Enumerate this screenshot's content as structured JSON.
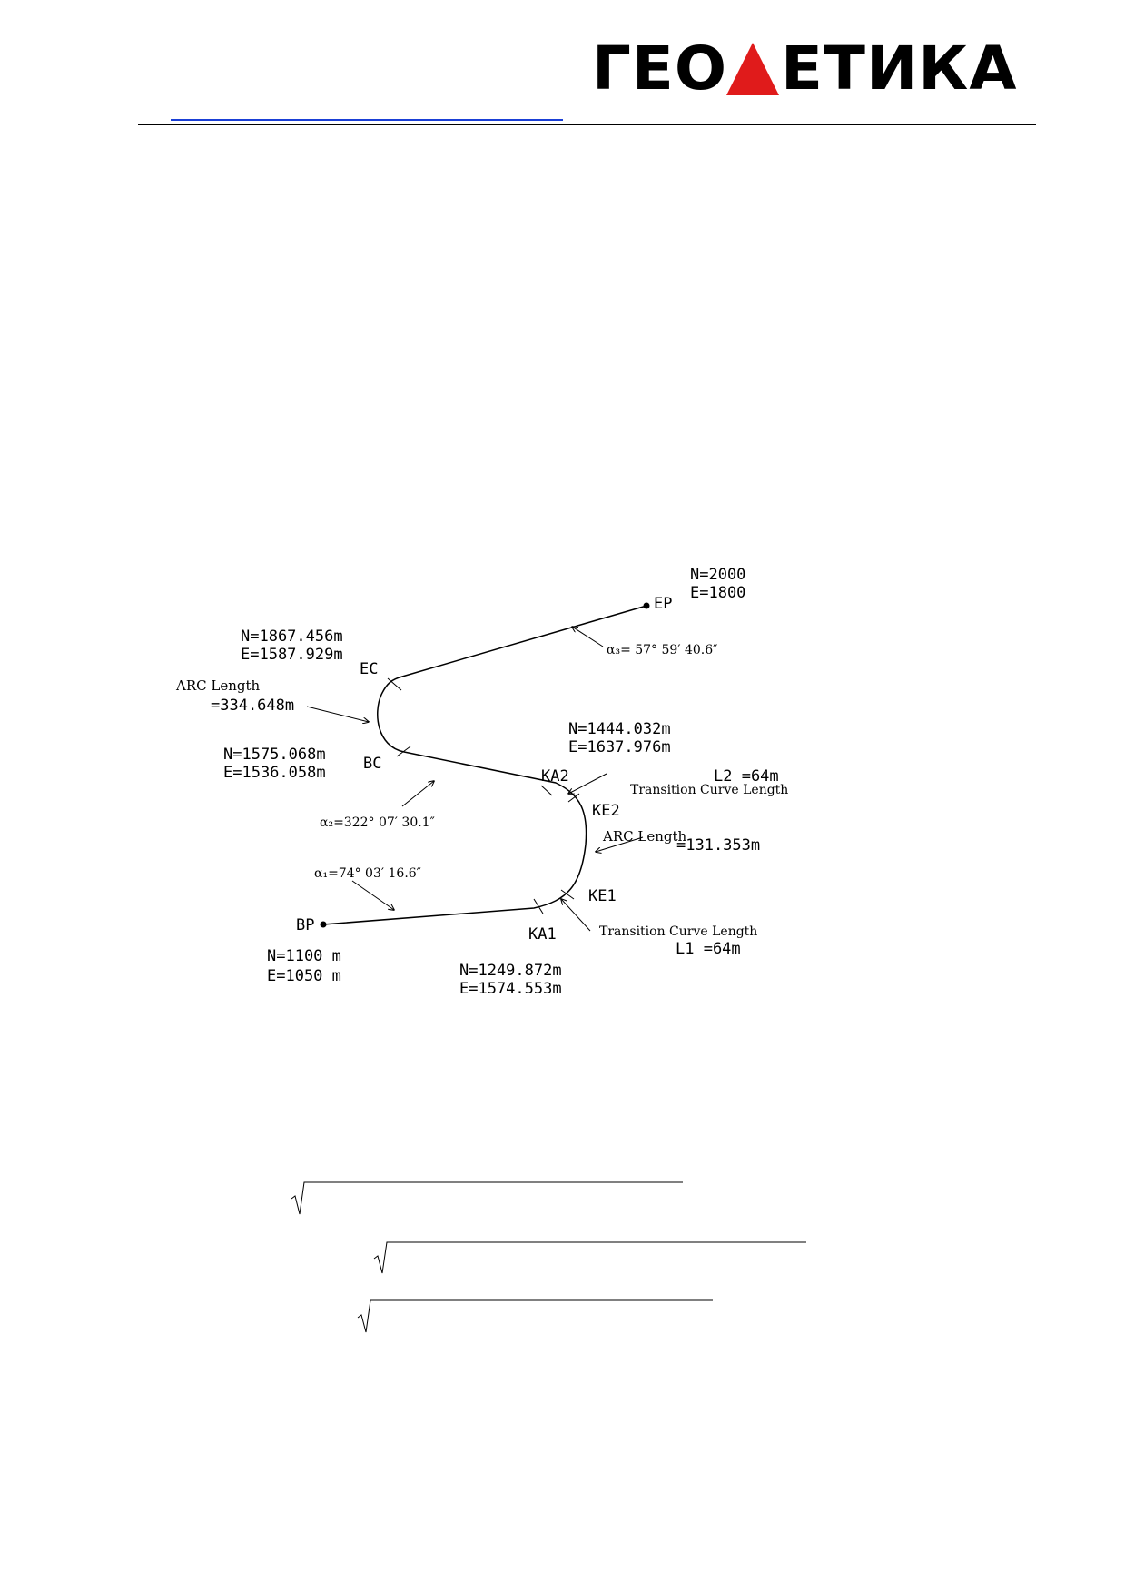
{
  "header": {
    "logo_left": "ГЕО",
    "logo_right": "ЕТИКА",
    "logo_accent_color": "#e01b1b"
  },
  "diagram": {
    "ep": {
      "label": "EP",
      "n": "N=2000",
      "e": "E=1800"
    },
    "bp": {
      "label": "BP",
      "n": "N=1100  m",
      "e": "E=1050  m"
    },
    "ec": {
      "label": "EC",
      "n": "N=1867.456m",
      "e": "E=1587.929m"
    },
    "bc": {
      "label": "BC",
      "n": "N=1575.068m",
      "e": "E=1536.058m"
    },
    "ka2": {
      "label": "KA2",
      "n": "N=1444.032m",
      "e": "E=1637.976m"
    },
    "ka1": {
      "label": "KA1",
      "n": "N=1249.872m",
      "e": "E=1574.553m"
    },
    "ke2": {
      "label": "KE2"
    },
    "ke1": {
      "label": "KE1"
    },
    "arc1": {
      "label": "ARC Length",
      "value": "=334.648m"
    },
    "arc2": {
      "label": "ARC Length",
      "value": "=131.353m"
    },
    "l2": {
      "value": "L2 =64m",
      "desc": "Transition Curve Length"
    },
    "l1": {
      "value": "L1 =64m",
      "desc": "Transition Curve Length"
    },
    "alpha3": "α₃= 57° 59′ 40.6″",
    "alpha2": "α₂=322° 07′ 30.1″",
    "alpha1": "α₁=74° 03′ 16.6″"
  }
}
